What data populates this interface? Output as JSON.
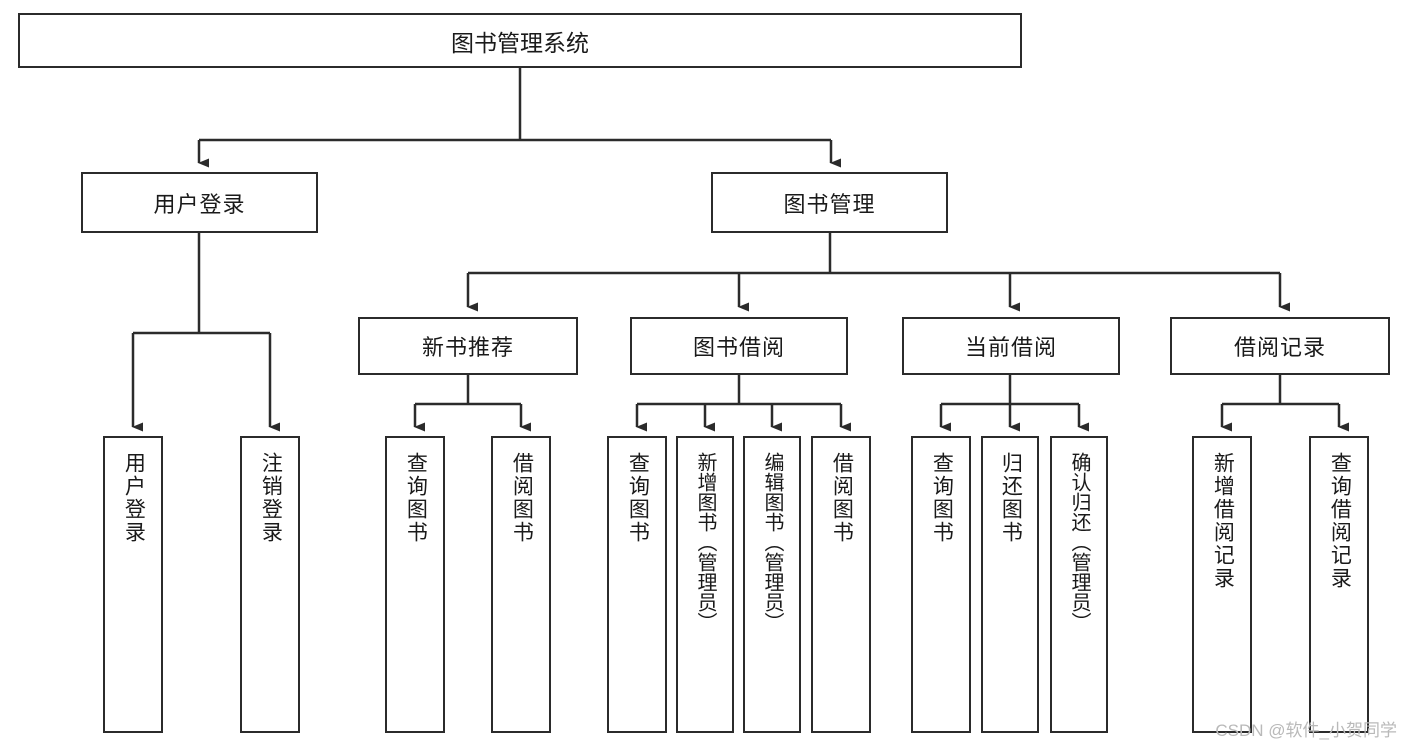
{
  "diagram": {
    "title": "图书管理系统",
    "watermark": "CSDN @软件_小贺同学",
    "stroke_color": "#2b2b2b",
    "fill_color": "#ffffff",
    "text_color": "#1a1a1a",
    "nodes": {
      "root": {
        "label": "图书管理系统"
      },
      "level2": [
        {
          "id": "user-login",
          "label": "用户登录"
        },
        {
          "id": "book-manage",
          "label": "图书管理"
        }
      ],
      "level3": [
        {
          "id": "new-book-recommend",
          "label": "新书推荐"
        },
        {
          "id": "book-borrow",
          "label": "图书借阅"
        },
        {
          "id": "current-borrow",
          "label": "当前借阅"
        },
        {
          "id": "borrow-record",
          "label": "借阅记录"
        }
      ],
      "leaves": {
        "user_login": [
          {
            "id": "leaf-user-login",
            "label": "用户登录"
          },
          {
            "id": "leaf-logout-login",
            "label": "注销登录"
          }
        ],
        "new_book_recommend": [
          {
            "id": "leaf-query-book-1",
            "label": "查询图书"
          },
          {
            "id": "leaf-borrow-book-1",
            "label": "借阅图书"
          }
        ],
        "book_borrow": [
          {
            "id": "leaf-query-book-2",
            "label": "查询图书"
          },
          {
            "id": "leaf-add-book",
            "label": "新增图书（管理员）"
          },
          {
            "id": "leaf-edit-book",
            "label": "编辑图书（管理员）"
          },
          {
            "id": "leaf-borrow-book-2",
            "label": "借阅图书"
          }
        ],
        "current_borrow": [
          {
            "id": "leaf-query-book-3",
            "label": "查询图书"
          },
          {
            "id": "leaf-return-book",
            "label": "归还图书"
          },
          {
            "id": "leaf-confirm-return",
            "label": "确认归还（管理员）"
          }
        ],
        "borrow_record": [
          {
            "id": "leaf-add-record",
            "label": "新增借阅记录"
          },
          {
            "id": "leaf-query-record",
            "label": "查询借阅记录"
          }
        ]
      }
    }
  }
}
